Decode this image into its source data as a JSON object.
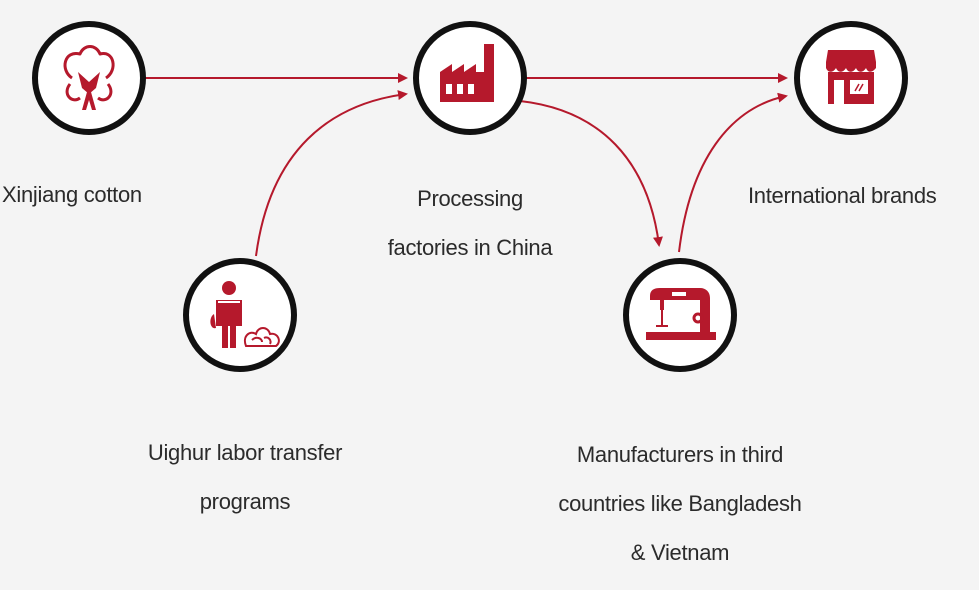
{
  "accent_color": "#b5192c",
  "nodes": {
    "xinjiang_cotton": {
      "label": [
        "Xinjiang cotton"
      ],
      "icon": "cotton-boll-icon"
    },
    "processing_factories": {
      "label": [
        "Processing",
        "factories in China"
      ],
      "icon": "factory-icon"
    },
    "international_brands": {
      "label": [
        "International brands"
      ],
      "icon": "storefront-icon"
    },
    "uighur_labor": {
      "label": [
        "Uighur labor transfer",
        "programs"
      ],
      "icon": "worker-with-cotton-icon"
    },
    "third_country_manufacturers": {
      "label": [
        "Manufacturers in third",
        "countries like Bangladesh",
        "& Vietnam"
      ],
      "icon": "sewing-machine-icon"
    }
  },
  "edges": [
    {
      "from": "xinjiang_cotton",
      "to": "processing_factories"
    },
    {
      "from": "uighur_labor",
      "to": "processing_factories"
    },
    {
      "from": "processing_factories",
      "to": "international_brands"
    },
    {
      "from": "processing_factories",
      "to": "third_country_manufacturers"
    },
    {
      "from": "third_country_manufacturers",
      "to": "international_brands"
    }
  ]
}
